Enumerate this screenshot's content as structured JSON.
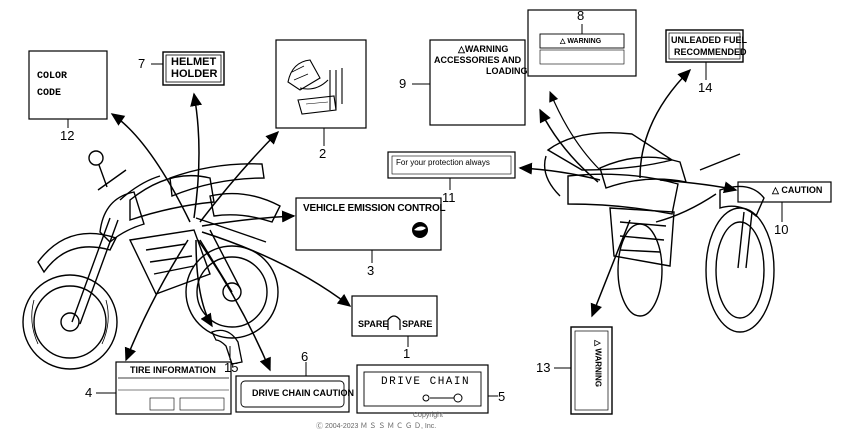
{
  "labels": {
    "color_code": {
      "line1": "COLOR",
      "line2": "CODE"
    },
    "helmet_holder": {
      "line1": "HELMET",
      "line2": "HOLDER"
    },
    "vehicle_emission": "VEHICLE EMISSION CONTROL",
    "spare_left": "SPARE",
    "spare_right": "SPARE",
    "tire_information": "TIRE INFORMATION",
    "drive_chain_caution": "DRIVE CHAIN CAUTION",
    "drive_chain": "DRIVE CHAIN",
    "warning_accessories": {
      "line1": "△WARNING",
      "line2": "ACCESSORIES AND",
      "line3": "LOADING"
    },
    "warning_small": "△ WARNING",
    "unleaded_fuel": {
      "line1": "UNLEADED FUEL",
      "line2": "RECOMMENDED"
    },
    "protection": "For your protection always",
    "caution": "△ CAUTION",
    "warning_vertical": "△ WARNING"
  },
  "callouts": [
    "1",
    "2",
    "3",
    "4",
    "5",
    "6",
    "7",
    "8",
    "9",
    "10",
    "11",
    "12",
    "13",
    "14",
    "15"
  ],
  "copyright": {
    "line1": "Copyright",
    "line2": "Ⓒ 2004-2023 Ｍ Ｓ Ｓ Ｍ Ｃ Ｇ Ｄ, Inc."
  }
}
